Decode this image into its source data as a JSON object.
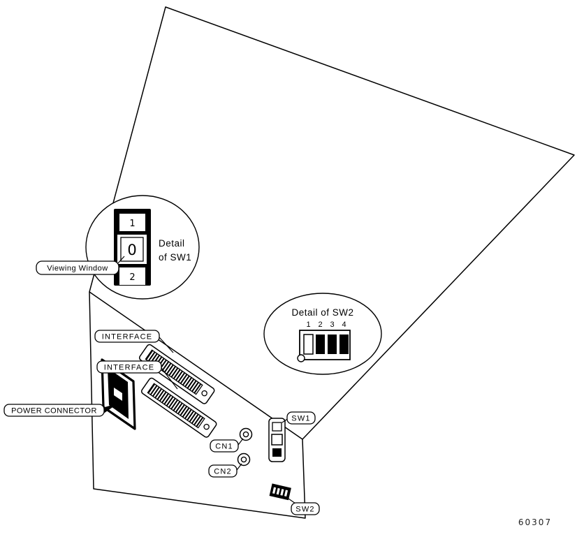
{
  "figure_number": "60307",
  "colors": {
    "line": "#000000",
    "background": "#ffffff"
  },
  "labels": {
    "viewing_window": "Viewing Window",
    "interface_top": "INTERFACE",
    "interface_bottom": "INTERFACE",
    "power_connector": "POWER CONNECTOR",
    "cn1": "CN1",
    "cn2": "CN2",
    "sw1": "SW1",
    "sw2": "SW2"
  },
  "sw1_detail": {
    "caption_line1": "Detail",
    "caption_line2": "of SW1",
    "top_digit": "1",
    "window_digit": "0",
    "bottom_digit": "2"
  },
  "sw2_detail": {
    "caption": "Detail of SW2",
    "positions": [
      "1",
      "2",
      "3",
      "4"
    ]
  }
}
